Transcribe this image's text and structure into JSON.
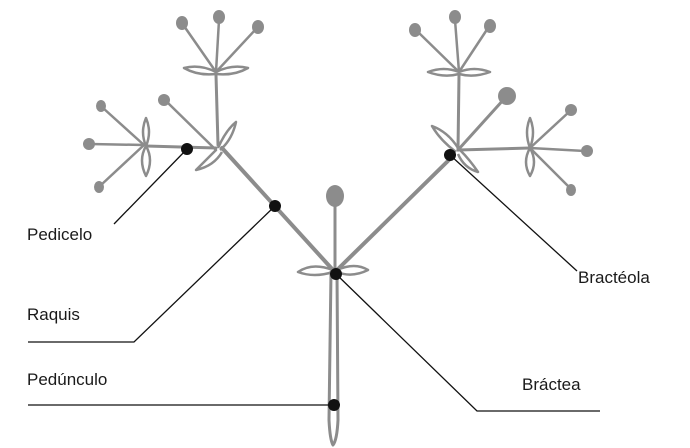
{
  "labels": {
    "pedicelo": "Pedicelo",
    "raquis": "Raquis",
    "pedunculo": "Pedúnculo",
    "bracteola": "Bractéola",
    "bractea": "Bráctea"
  },
  "colors": {
    "plant": "#8c8c8c",
    "plant_light": "#bdbdbd",
    "leader": "#111111",
    "dot": "#111111",
    "text": "#1a1a1a"
  }
}
